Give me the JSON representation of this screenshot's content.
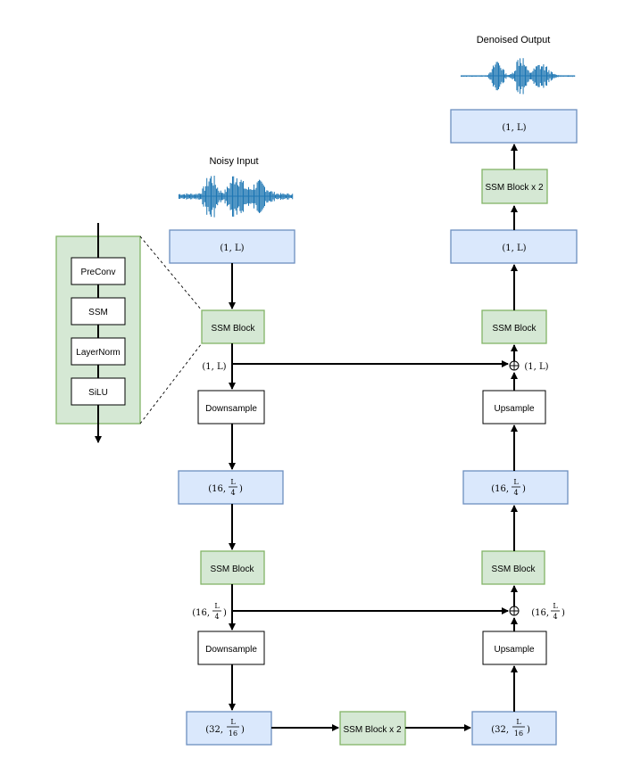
{
  "io": {
    "noisy_input_label": "Noisy Input",
    "denoised_output_label": "Denoised Output"
  },
  "labels": {
    "ssm_block": "SSM Block",
    "ssm_block_x2": "SSM Block x 2",
    "downsample": "Downsample",
    "upsample": "Upsample"
  },
  "shapes": {
    "one_L": "(1, L)",
    "sixteen_prefix": "(16,",
    "thirtytwo_prefix": "(32,",
    "close_paren": ")",
    "L": "L",
    "four": "4",
    "sixteen": "16"
  },
  "inset": {
    "items": [
      "PreConv",
      "SSM",
      "LayerNorm",
      "SiLU"
    ]
  },
  "colors": {
    "shape_fill": "#dae8fc",
    "shape_stroke": "#6c8ebf",
    "ssm_fill": "#d5e8d4",
    "ssm_stroke": "#82b366",
    "waveform": "#1f77b4"
  },
  "icons": [
    "plus-circle-icon"
  ]
}
